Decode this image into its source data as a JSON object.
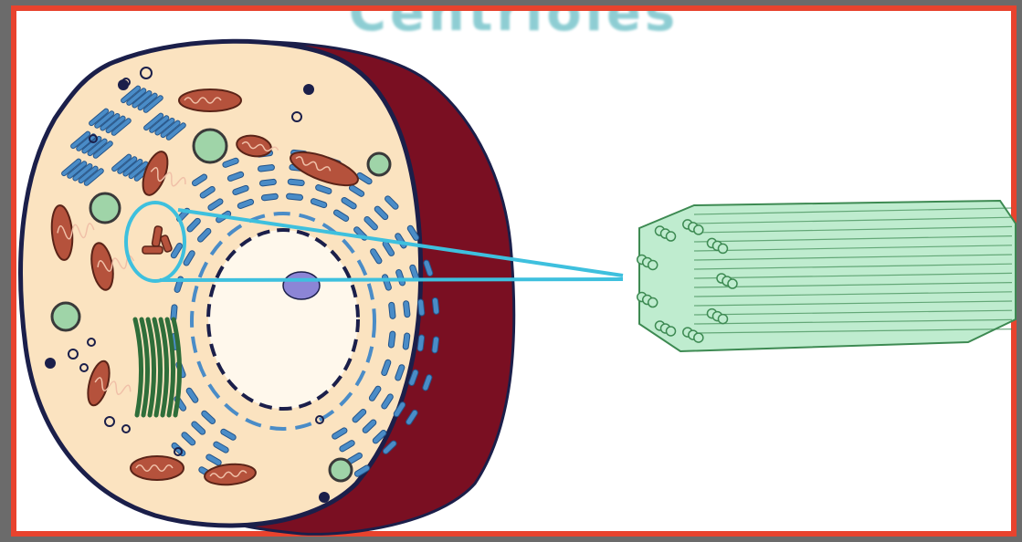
{
  "slide": {
    "title": "Centrioles"
  },
  "colors": {
    "frame_border": "#e8432e",
    "background": "#6b6b6b",
    "title": "#33a6b0",
    "cytoplasm": "#fbe3c0",
    "cell_wall": "#7a0f22",
    "membrane": "#1b1f4a",
    "er": "#4a8cc7",
    "mitochondria": "#b5523c",
    "vesicle": "#9fd4a8",
    "golgi": "#2f6e3a",
    "nucleolus": "#8c85d6",
    "callout": "#3ec0de",
    "centriole_bundle": "#bfeccf",
    "centriole_outline": "#3d8a52"
  },
  "diagram": {
    "parts": [
      {
        "name": "cell",
        "icon": "animal-cell-illustration"
      },
      {
        "name": "centriole-highlight",
        "icon": "circle-outline"
      },
      {
        "name": "magnified-centriole",
        "icon": "microtubule-bundle-illustration"
      }
    ]
  }
}
